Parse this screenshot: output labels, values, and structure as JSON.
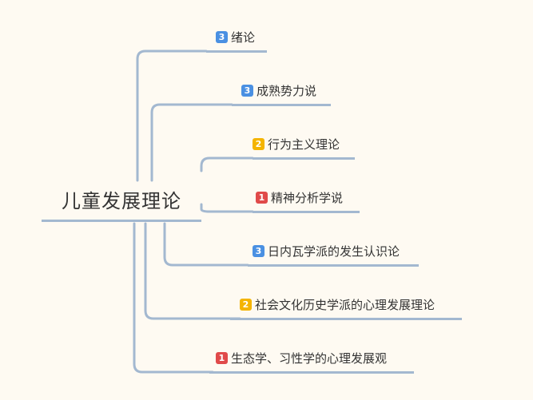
{
  "root": {
    "label": "儿童发展理论"
  },
  "colors": {
    "background": "#fefaf2",
    "line": "#a3b8d0",
    "priority_1": "#e04a4a",
    "priority_2": "#f4b400",
    "priority_3": "#4a90e2"
  },
  "topics": [
    {
      "priority": "3",
      "label": "绪论"
    },
    {
      "priority": "3",
      "label": "成熟势力说"
    },
    {
      "priority": "2",
      "label": "行为主义理论"
    },
    {
      "priority": "1",
      "label": "精神分析学说"
    },
    {
      "priority": "3",
      "label": "日内瓦学派的发生认识论"
    },
    {
      "priority": "2",
      "label": "社会文化历史学派的心理发展理论"
    },
    {
      "priority": "1",
      "label": "生态学、习性学的心理发展观"
    }
  ]
}
